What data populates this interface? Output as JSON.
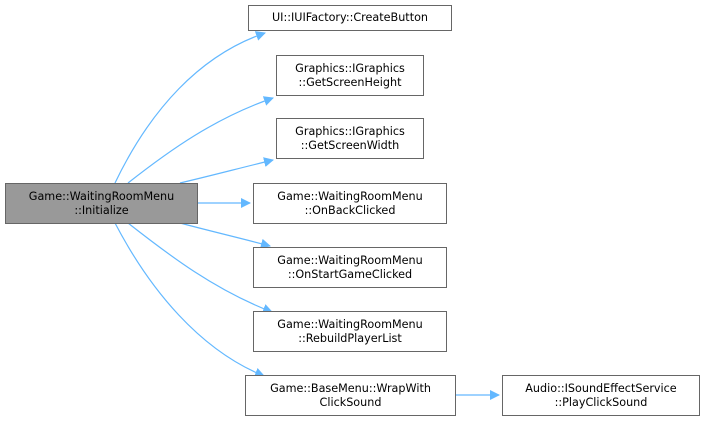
{
  "diagram": {
    "type": "call-graph",
    "edge_color": "#63b8ff",
    "root": {
      "id": "initialize",
      "lines": [
        "Game::WaitingRoomMenu",
        "::Initialize"
      ],
      "fill": "#999999"
    },
    "nodes": [
      {
        "id": "create-button",
        "lines": [
          "UI::IUIFactory::CreateButton"
        ]
      },
      {
        "id": "get-screen-height",
        "lines": [
          "Graphics::IGraphics",
          "::GetScreenHeight"
        ]
      },
      {
        "id": "get-screen-width",
        "lines": [
          "Graphics::IGraphics",
          "::GetScreenWidth"
        ]
      },
      {
        "id": "on-back-clicked",
        "lines": [
          "Game::WaitingRoomMenu",
          "::OnBackClicked"
        ]
      },
      {
        "id": "on-start-game-clicked",
        "lines": [
          "Game::WaitingRoomMenu",
          "::OnStartGameClicked"
        ]
      },
      {
        "id": "rebuild-player-list",
        "lines": [
          "Game::WaitingRoomMenu",
          "::RebuildPlayerList"
        ]
      },
      {
        "id": "wrap-with-click-sound",
        "lines": [
          "Game::BaseMenu::WrapWith",
          "ClickSound"
        ]
      },
      {
        "id": "play-click-sound",
        "lines": [
          "Audio::ISoundEffectService",
          "::PlayClickSound"
        ]
      }
    ],
    "edges": [
      {
        "from": "initialize",
        "to": "create-button"
      },
      {
        "from": "initialize",
        "to": "get-screen-height"
      },
      {
        "from": "initialize",
        "to": "get-screen-width"
      },
      {
        "from": "initialize",
        "to": "on-back-clicked"
      },
      {
        "from": "initialize",
        "to": "on-start-game-clicked"
      },
      {
        "from": "initialize",
        "to": "rebuild-player-list"
      },
      {
        "from": "initialize",
        "to": "wrap-with-click-sound"
      },
      {
        "from": "wrap-with-click-sound",
        "to": "play-click-sound"
      }
    ]
  }
}
